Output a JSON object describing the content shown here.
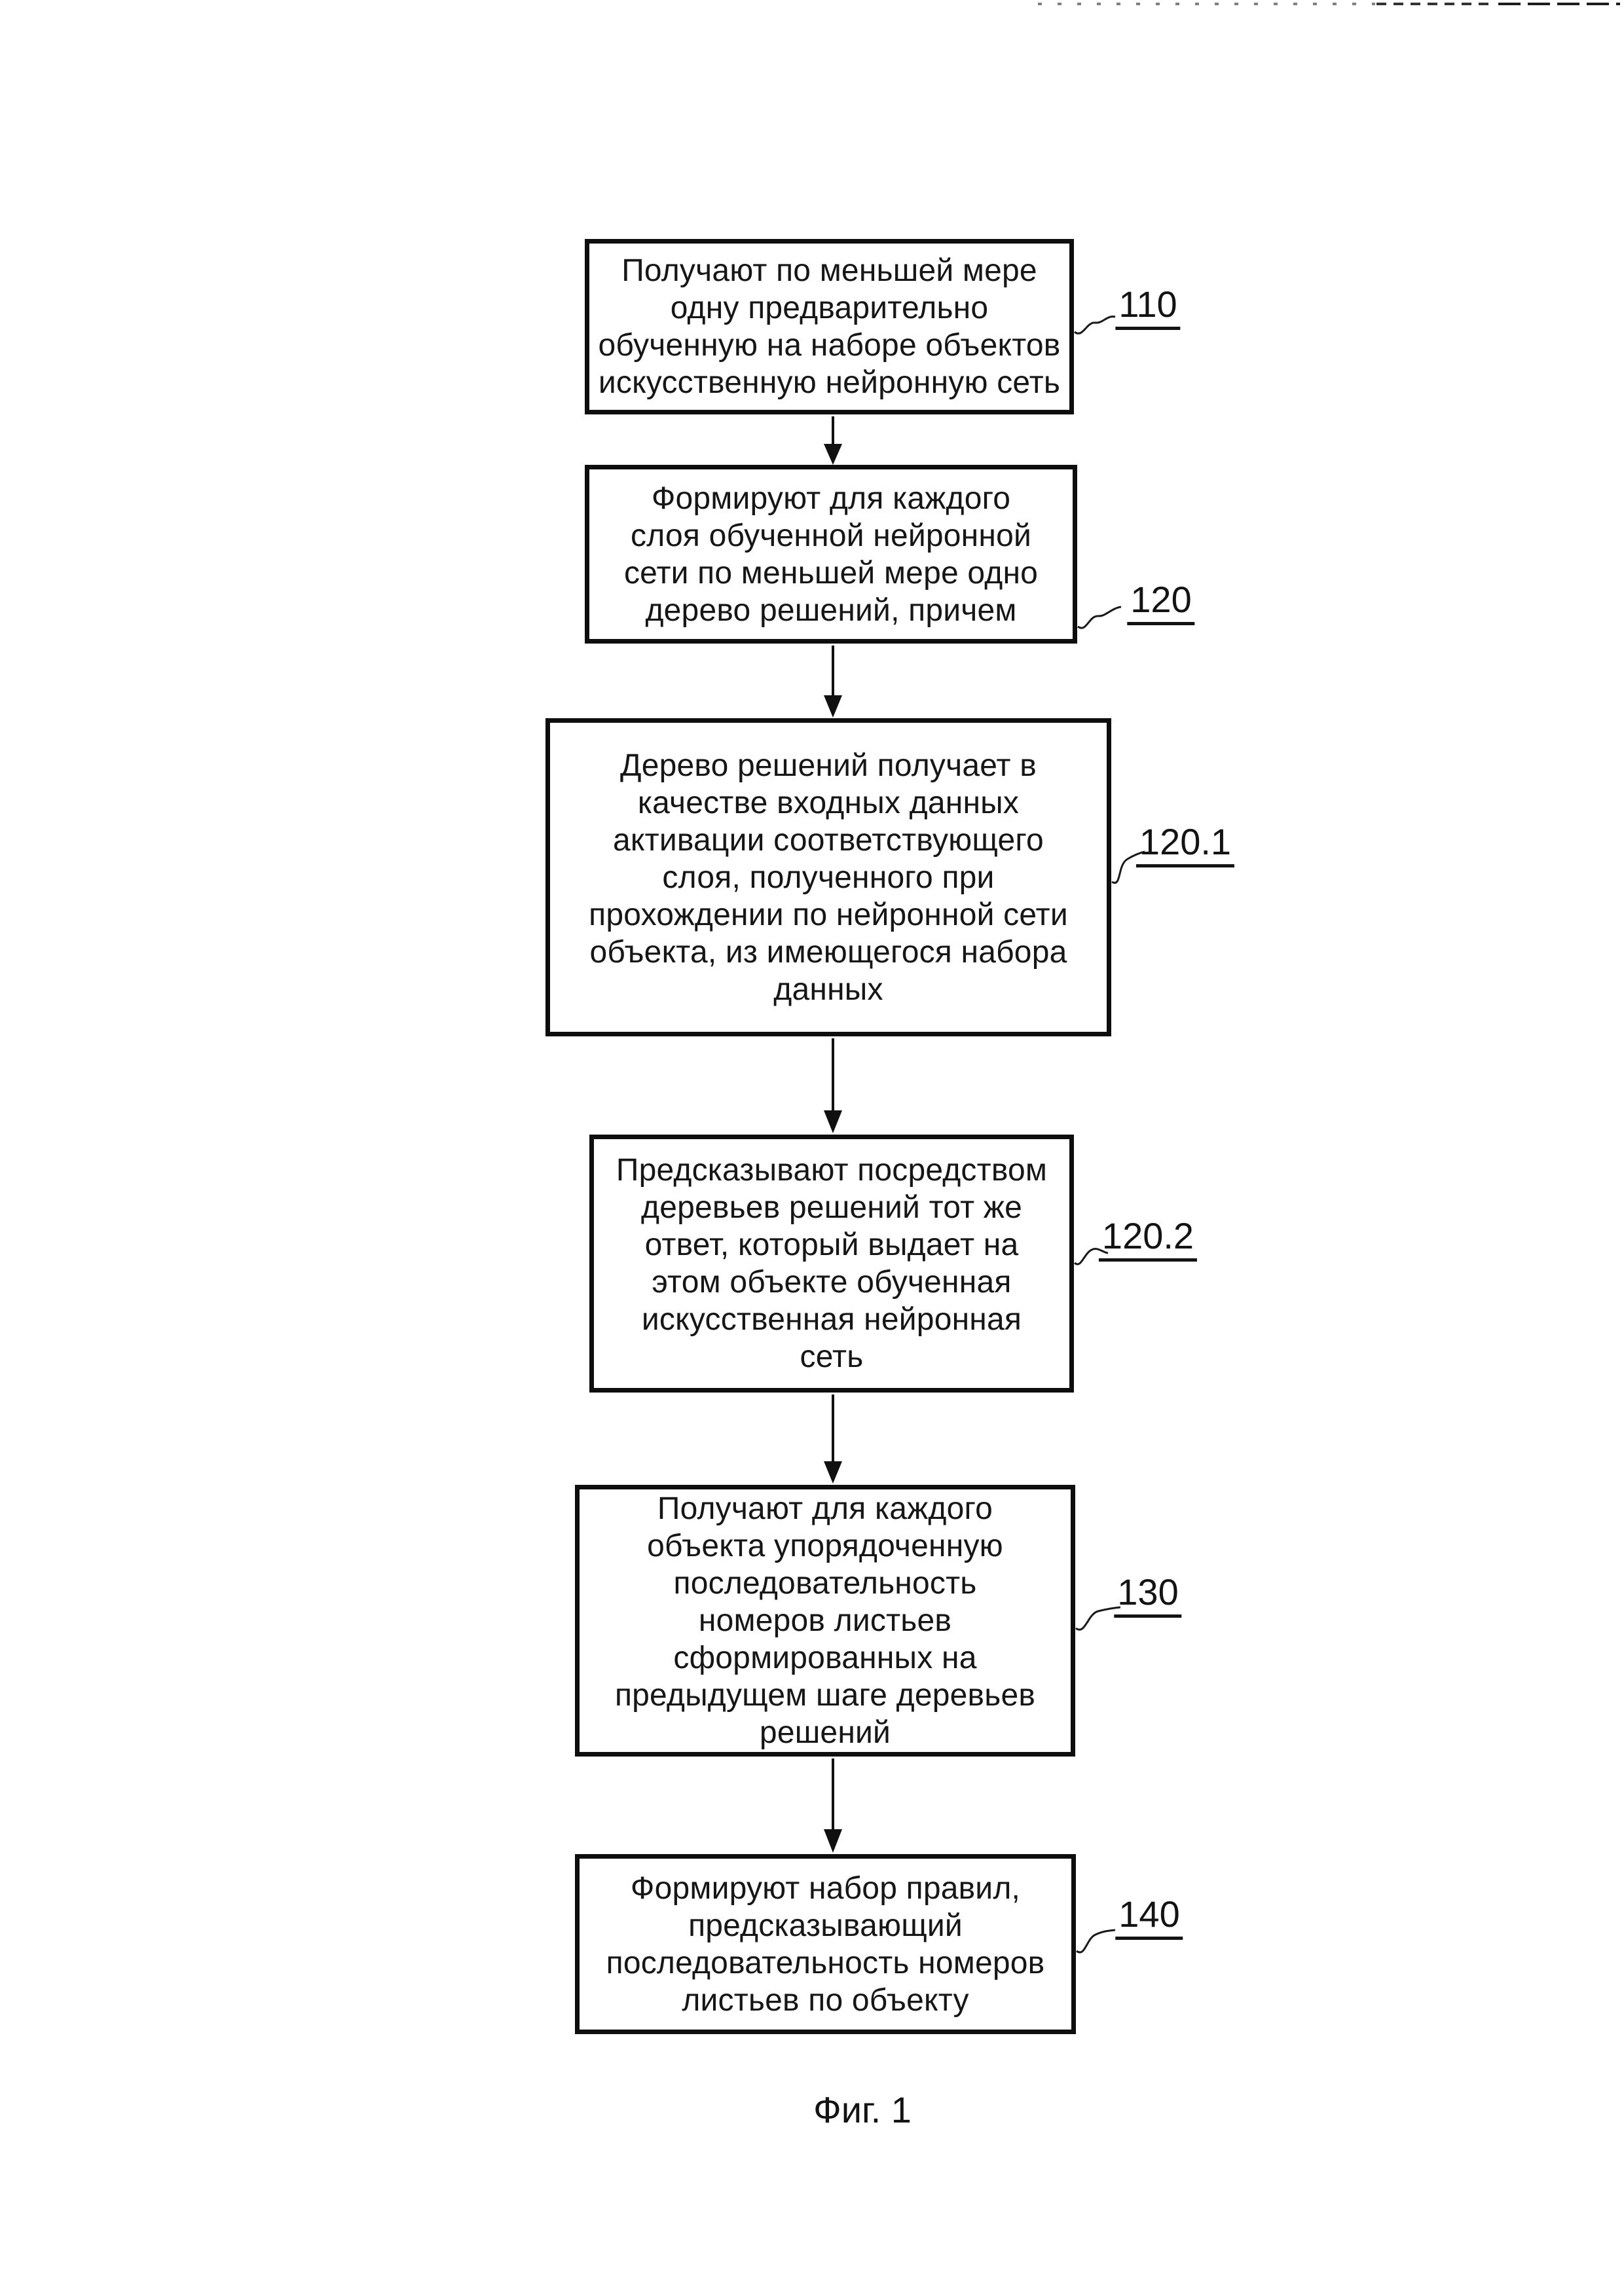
{
  "caption": "Фиг. 1",
  "steps": [
    {
      "label": "110",
      "text": "Получают по меньшей мере\nодну предварительно\nобученную на наборе объектов\nискусственную нейронную сеть"
    },
    {
      "label": "120",
      "text": "Формируют для каждого\nслоя обученной нейронной\nсети по меньшей мере одно\nдерево решений, причем"
    },
    {
      "label": "120.1",
      "text": "Дерево решений получает в\nкачестве входных данных\nактивации соответствующего\nслоя, полученного при\nпрохождении по нейронной сети\nобъекта, из имеющегося набора\nданных"
    },
    {
      "label": "120.2",
      "text": "Предсказывают посредством\nдеревьев решений тот же\nответ, который выдает на\nэтом объекте обученная\nискусственная нейронная\nсеть"
    },
    {
      "label": "130",
      "text": "Получают для каждого\nобъекта упорядоченную\nпоследовательность\nномеров листьев\nсформированных на\nпредыдущем шаге деревьев\nрешений"
    },
    {
      "label": "140",
      "text": "Формируют набор правил,\nпредсказывающий\nпоследовательность номеров\nлистьев по объекту"
    }
  ]
}
